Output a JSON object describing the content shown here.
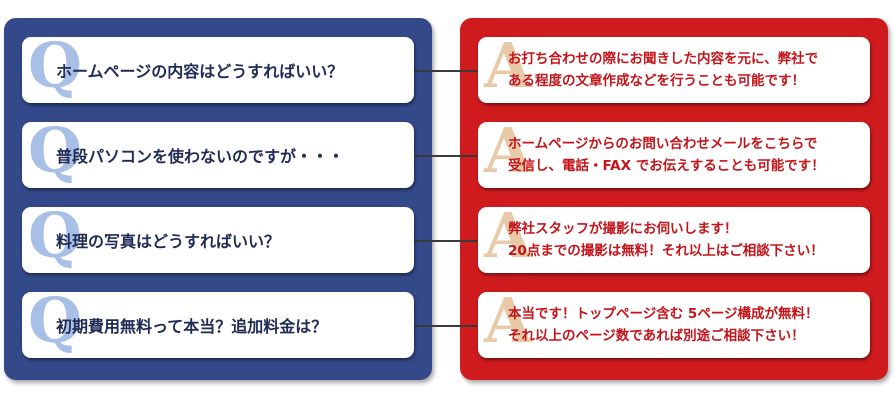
{
  "faq": {
    "q_letter": "Q",
    "a_letter": "A",
    "items": [
      {
        "question": "ホームページの内容はどうすればいい？",
        "answer_line1": "お打ち合わせの際にお聞きした内容を元に、弊社で",
        "answer_line2": "ある程度の文章作成などを行うことも可能です！"
      },
      {
        "question": "普段パソコンを使わないのですが・・・",
        "answer_line1": "ホームページからのお問い合わせメールをこちらで",
        "answer_line2": "受信し、電話・FAX でお伝えすることも可能です！"
      },
      {
        "question": "料理の写真はどうすればいい？",
        "answer_line1": "弊社スタッフが撮影にお伺いします！",
        "answer_line2": "20点までの撮影は無料！それ以上はご相談下さい！"
      },
      {
        "question": "初期費用無料って本当？追加料金は？",
        "answer_line1": "本当です！トップページ含む 5ページ構成が無料！",
        "answer_line2": "それ以上のページ数であれば別途ご相談下さい！"
      }
    ]
  },
  "colors": {
    "question_panel": "#33498a",
    "answer_panel": "#cf1b1d",
    "question_text": "#1f2a55",
    "answer_text": "#c4141a",
    "q_letter": "#a9c0e6",
    "a_letter": "#e8caa8"
  }
}
